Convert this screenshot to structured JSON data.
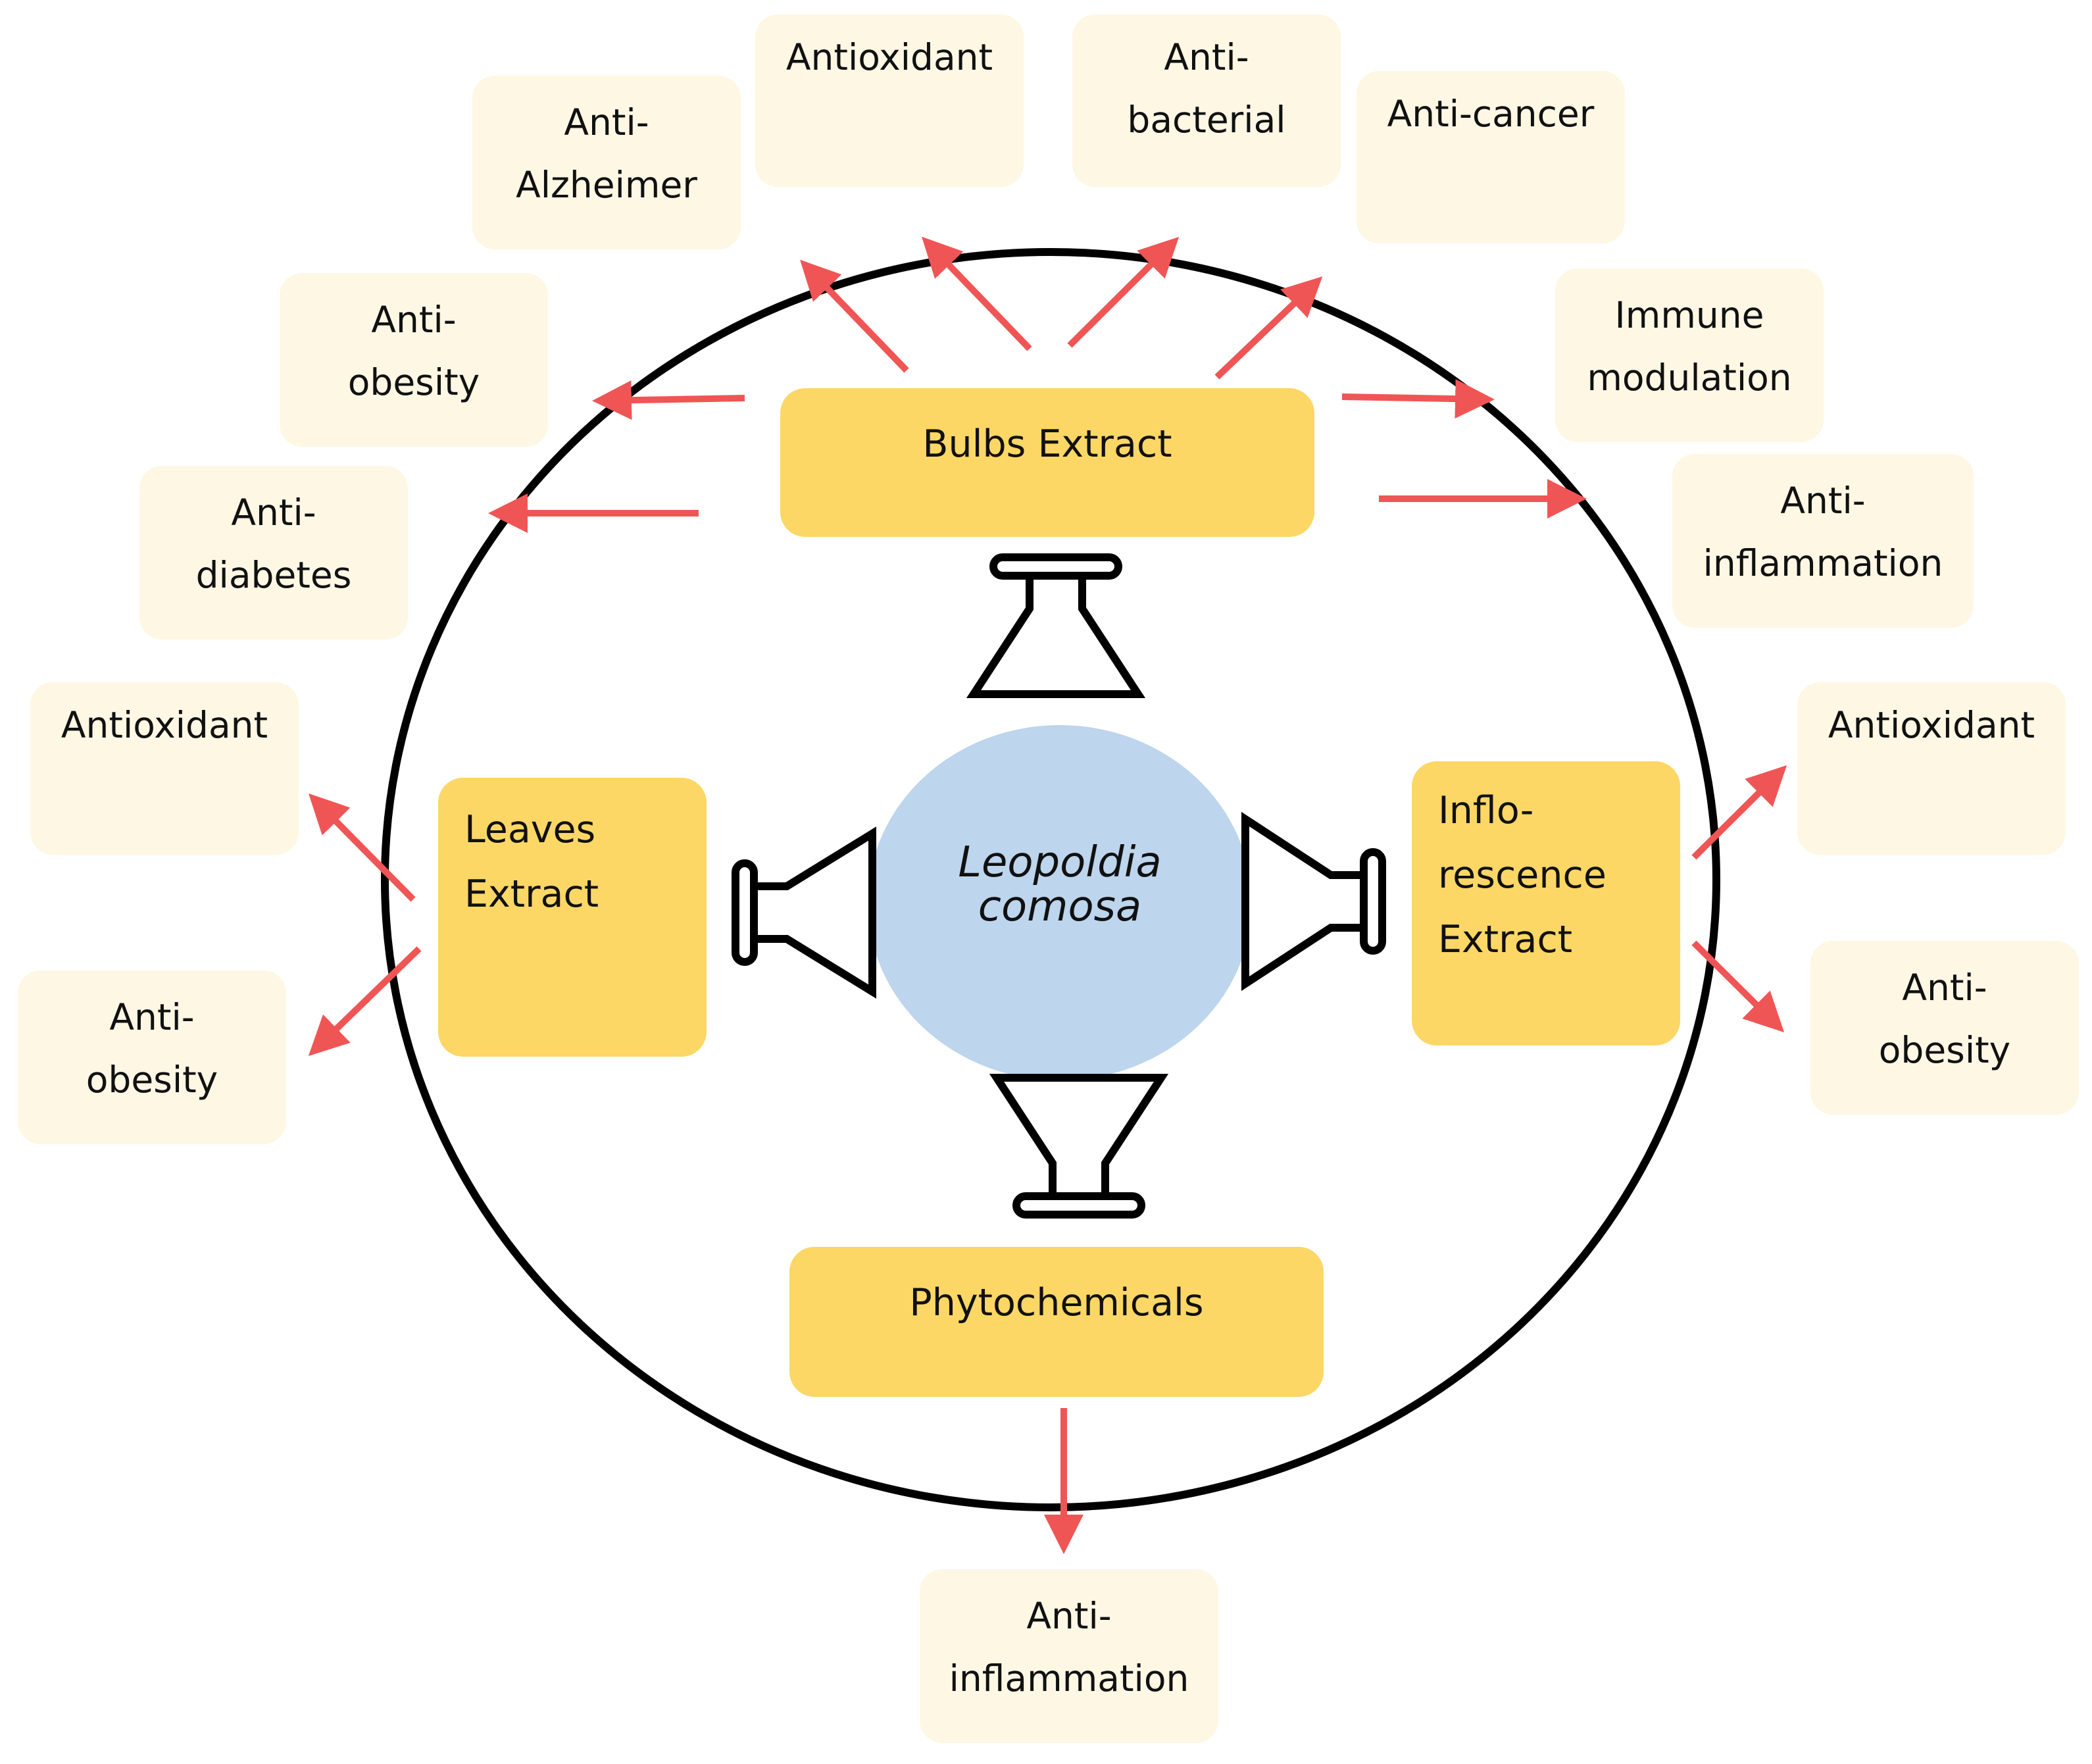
{
  "colors": {
    "effect_fill": "#fdf7e4",
    "extract_fill": "#fcd766",
    "center_fill": "#bdd5ed",
    "arrow": "#f05555",
    "ring": "#000000"
  },
  "center": {
    "species": "Leopoldia\ncomosa"
  },
  "extracts": {
    "bulbs": "Bulbs Extract",
    "leaves": "Leaves\nExtract",
    "inflorescence": "Inflo-\nrescence\nExtract",
    "phytochemicals": "Phytochemicals"
  },
  "effects": {
    "bulbs": [
      "Anti-\nAlzheimer",
      "Antioxidant",
      "Anti-\nbacterial",
      "Anti-cancer",
      "Anti-\nobesity",
      "Immune\nmodulation",
      "Anti-\ndiabetes",
      "Anti-\ninflammation"
    ],
    "leaves": [
      "Antioxidant",
      "Anti-\nobesity"
    ],
    "inflorescence": [
      "Antioxidant",
      "Anti-\nobesity"
    ],
    "phytochemicals": [
      "Anti-\ninflammation"
    ]
  },
  "icons": [
    "flask-icon",
    "flask-icon",
    "flask-icon",
    "flask-icon"
  ]
}
